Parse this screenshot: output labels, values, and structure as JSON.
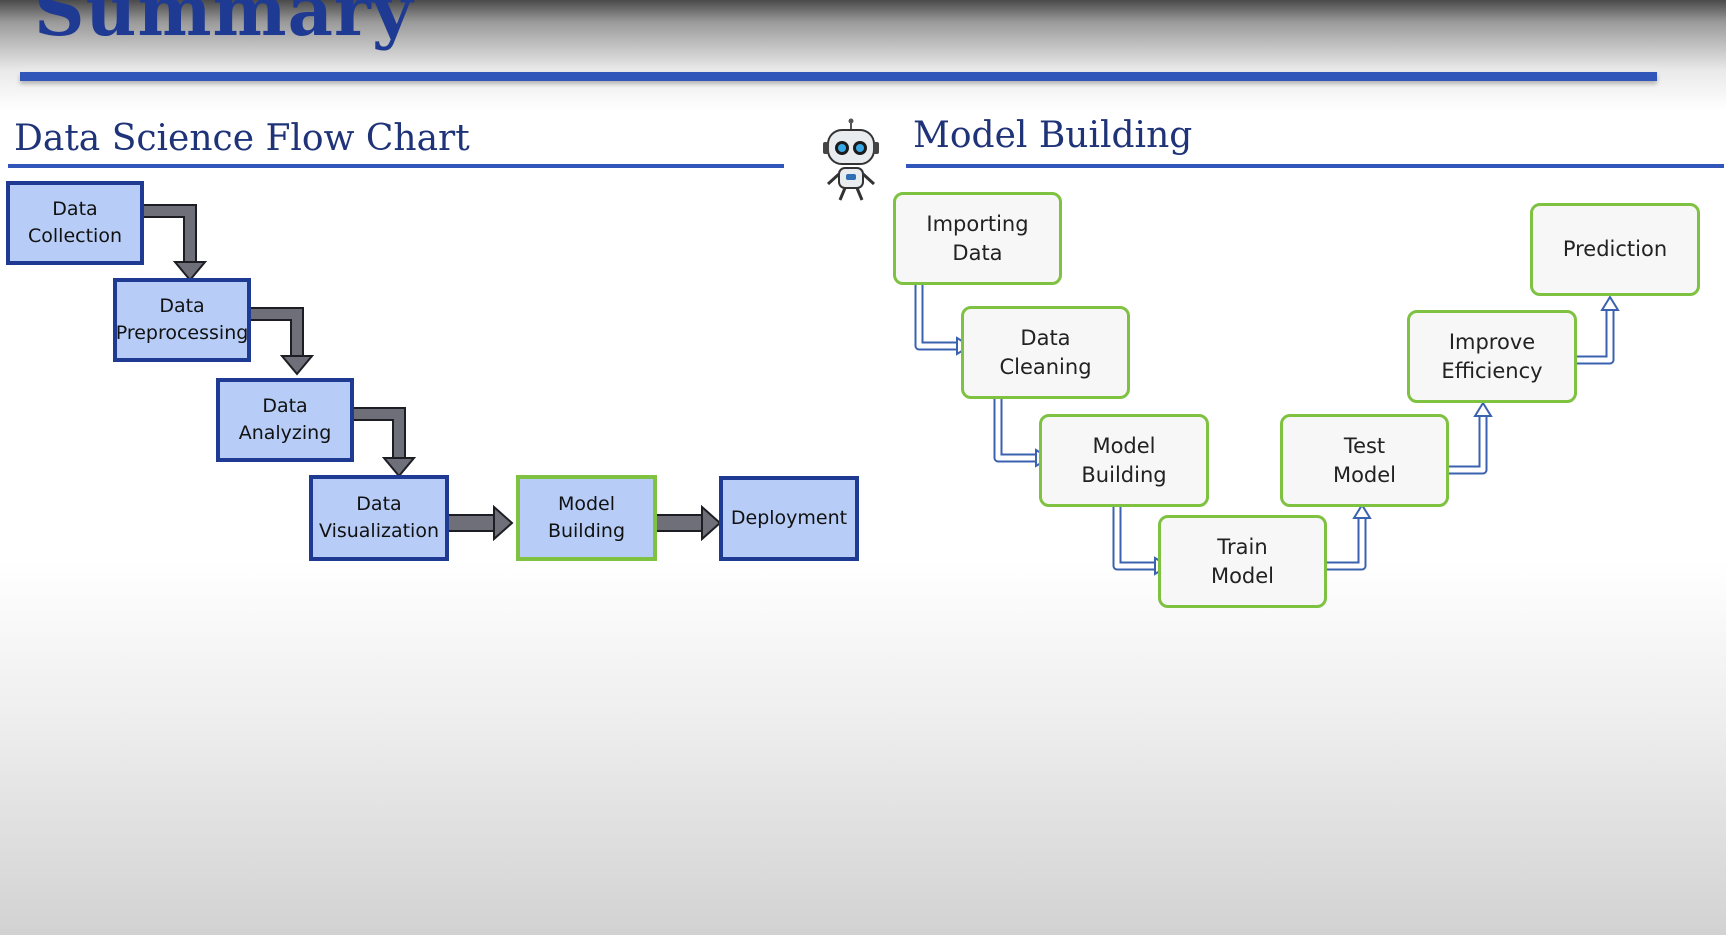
{
  "slide": {
    "title": "Summary"
  },
  "left_panel": {
    "heading": "Data Science Flow Chart",
    "steps": [
      "Data\nCollection",
      "Data\nPreprocessing",
      "Data\nAnalyzing",
      "Data\nVisualization",
      "Model\nBuilding",
      "Deployment"
    ]
  },
  "right_panel": {
    "heading": "Model Building",
    "steps": [
      "Importing\nData",
      "Data\nCleaning",
      "Model\nBuilding",
      "Train\nModel",
      "Test\nModel",
      "Improve\nEfficiency",
      "Prediction"
    ]
  },
  "colors": {
    "title": "#1f3a93",
    "rule": "#2f56b8",
    "box_fill_blue": "#b7cdf8",
    "box_border_blue": "#1f3a93",
    "box_border_green": "#7fc242",
    "arrow_gray": "#6f6f7a",
    "arrow_outline_blue": "#3b62b0"
  },
  "icons": {
    "robot": "robot-icon"
  }
}
